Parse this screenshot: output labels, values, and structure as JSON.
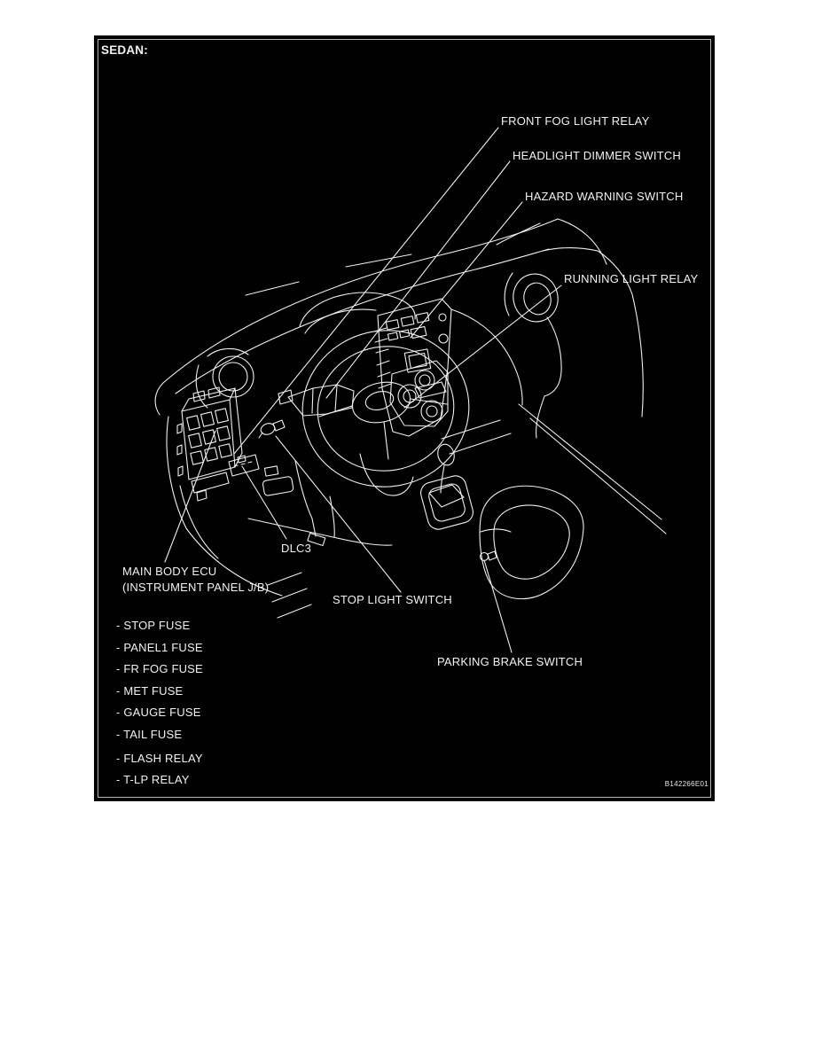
{
  "figure": {
    "variant_label": "SEDAN:",
    "figure_code": "B142266E01",
    "colors": {
      "page_background": "#ffffff",
      "panel_background": "#000000",
      "line_art": "#f2f2f2",
      "inner_border": "#b5b5b5"
    }
  },
  "callouts": {
    "front_fog_light_relay": "FRONT FOG LIGHT RELAY",
    "headlight_dimmer_switch": "HEADLIGHT DIMMER SWITCH",
    "hazard_warning_switch": "HAZARD WARNING SWITCH",
    "running_light_relay": "RUNNING LIGHT RELAY",
    "dlc3": "DLC3",
    "main_body_ecu": "MAIN BODY ECU",
    "main_body_ecu_sub": "(INSTRUMENT PANEL J/B)",
    "stop_light_switch": "STOP LIGHT SWITCH",
    "parking_brake_switch": "PARKING BRAKE SWITCH"
  },
  "main_body_ecu_items": [
    "- STOP FUSE",
    "- PANEL1 FUSE",
    "- FR FOG FUSE",
    "- MET FUSE",
    "- GAUGE FUSE",
    "- TAIL FUSE",
    "- FLASH RELAY",
    "- T-LP RELAY"
  ]
}
